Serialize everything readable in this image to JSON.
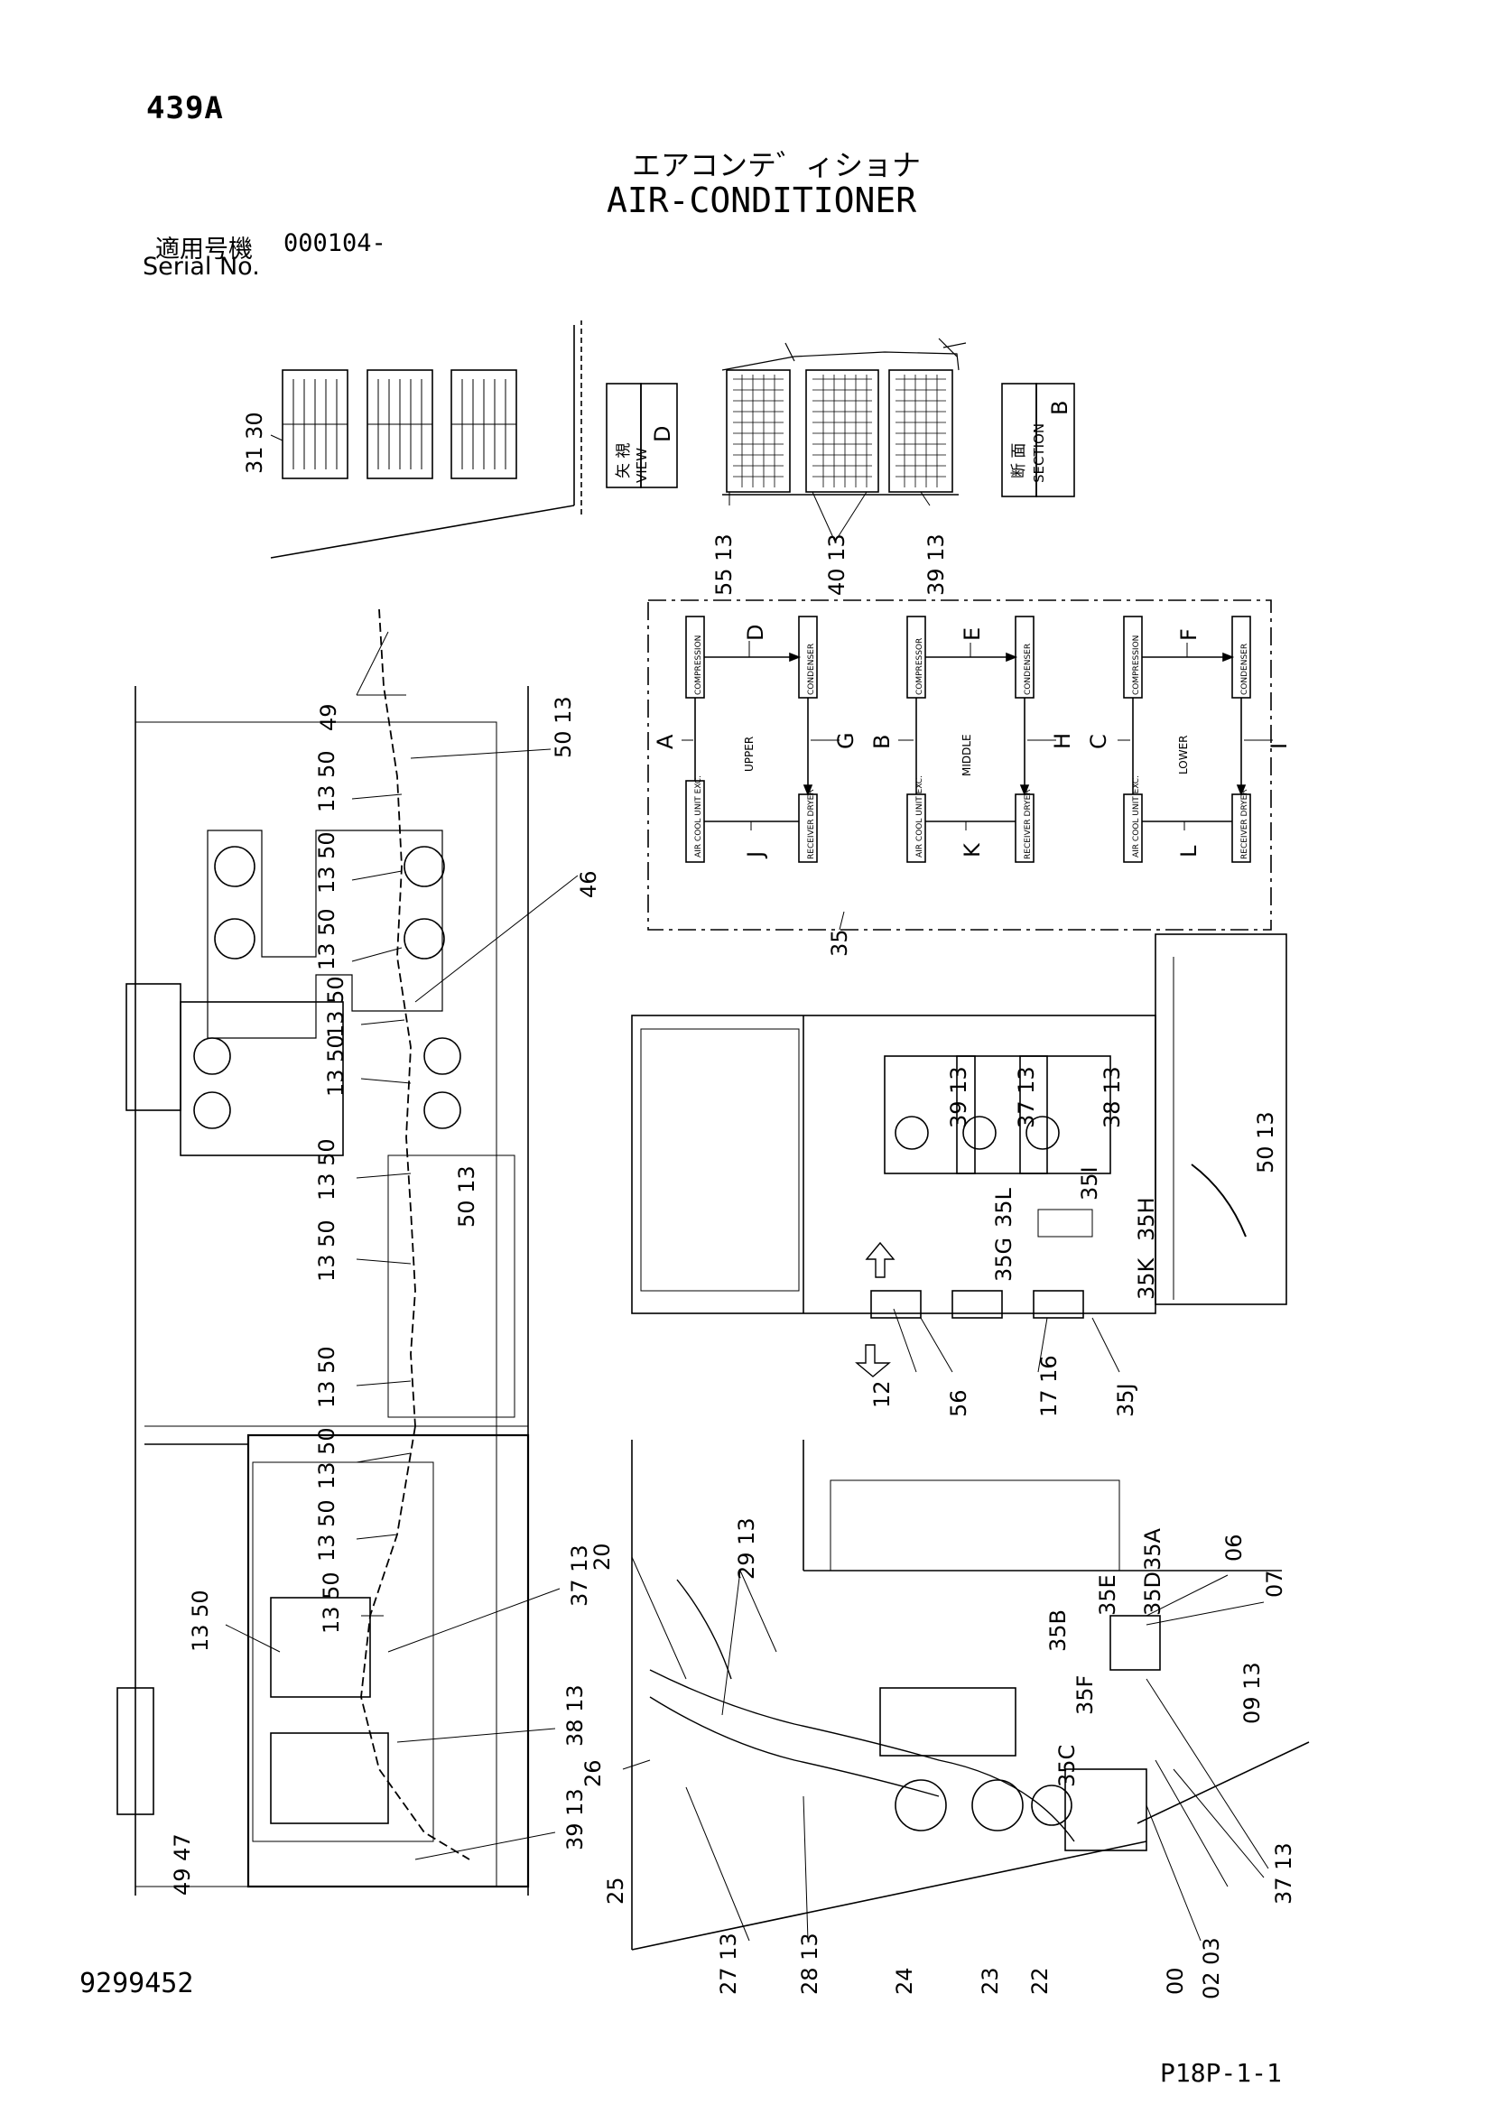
{
  "header": {
    "page_code": "439A",
    "title_jp": "エアコンテ゛ィショナ",
    "title_en": "AIR-CONDITIONER",
    "serial_label_jp": "適用号機",
    "serial_value": "000104-",
    "serial_label_en": "Serial No."
  },
  "views": {
    "view_d": {
      "jp": "矢 視",
      "en": "VIEW",
      "letter": "D"
    },
    "section_b": {
      "jp": "断 面",
      "en": "SECTION",
      "letter": "B"
    }
  },
  "schematic": {
    "sections": [
      "UPPER",
      "MIDDLE",
      "LOWER"
    ],
    "compressor_labels": [
      "COMPRESSION",
      "COMPRESSOR",
      "COMPRESSION"
    ],
    "condenser_labels": [
      "CONDENSER",
      "CONDENSER",
      "CONDENSER"
    ],
    "receiver_label": "RECEIVER DRYER",
    "evap_label": "AIR COOL UNIT EXC.",
    "line_letters": [
      "A",
      "B",
      "C",
      "D",
      "E",
      "F",
      "G",
      "H",
      "I",
      "J",
      "K",
      "L"
    ],
    "ref_number": "35"
  },
  "callouts": {
    "c49": "49",
    "c50_13": "50 13",
    "c46": "46",
    "c13_50": "13 50",
    "c37_13": "37 13",
    "c38_13": "38 13",
    "c39_13": "39 13",
    "c49_47": "49 47",
    "c55_13": "55 13",
    "c40_13": "40 13",
    "c31_30": "31 30",
    "c12": "12",
    "c56": "56",
    "c17_16": "17 16",
    "c35J": "35J",
    "c35G": "35G",
    "c35L": "35L",
    "c35I": "35I",
    "c35H": "35H",
    "c35K": "35K",
    "c20": "20",
    "c26": "26",
    "c29_13": "29 13",
    "c25": "25",
    "c27_13": "27 13",
    "c28_13": "28 13",
    "c24": "24",
    "c23": "23",
    "c22": "22",
    "c00": "00",
    "c02_03": "02 03",
    "c06": "06",
    "c07": "07",
    "c35A": "35A",
    "c35B": "35B",
    "c35C": "35C",
    "c35D": "35D",
    "c35E": "35E",
    "c35F": "35F",
    "c09_13": "09 13"
  },
  "footer": {
    "drawing_number": "9299452",
    "page_ref": "P18P-1-1"
  }
}
